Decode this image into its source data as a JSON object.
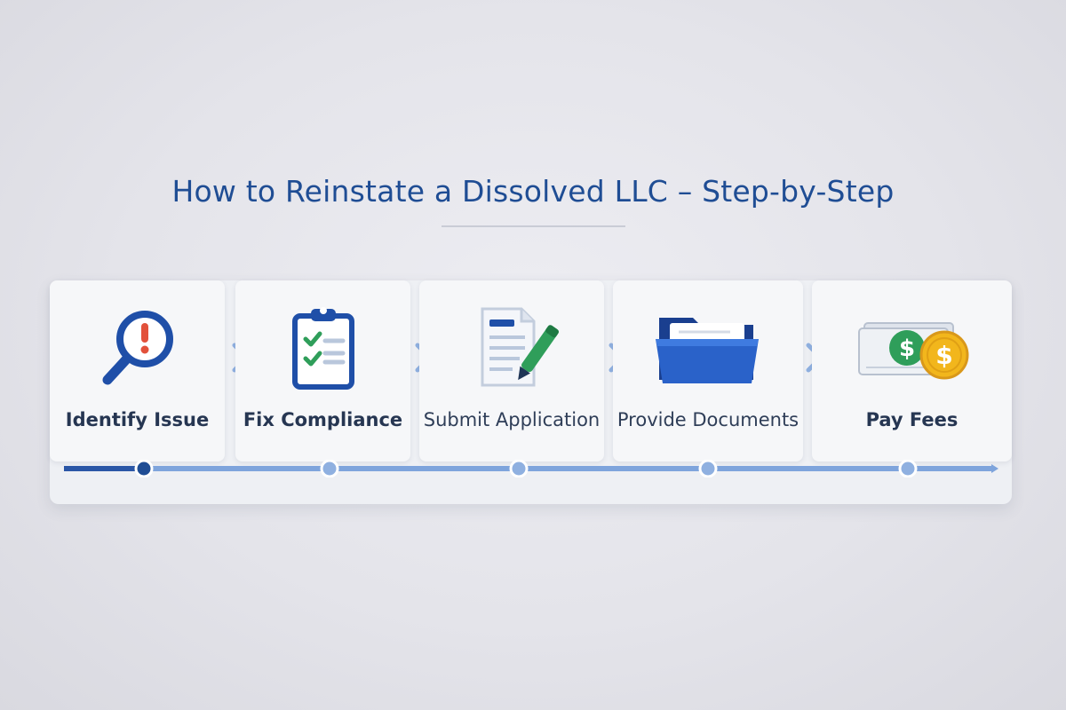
{
  "title": "How to Reinstate a Dissolved LLC – Step-by-Step",
  "colors": {
    "title": "#1f4d94",
    "primary_blue": "#1f4fa8",
    "light_blue": "#7ea4dc",
    "check_green": "#2f9e5a",
    "alert_red": "#e2513b",
    "coin_gold": "#f2b61c"
  },
  "steps": [
    {
      "label": "Identify Issue",
      "icon": "magnifier-alert-icon"
    },
    {
      "label": "Fix Compliance",
      "icon": "clipboard-checklist-icon"
    },
    {
      "label": "Submit Application",
      "icon": "document-pen-icon"
    },
    {
      "label": "Provide Documents",
      "icon": "folder-icon"
    },
    {
      "label": "Pay Fees",
      "icon": "money-coin-icon"
    }
  ],
  "timeline": {
    "active_step": 1,
    "total_steps": 5
  }
}
